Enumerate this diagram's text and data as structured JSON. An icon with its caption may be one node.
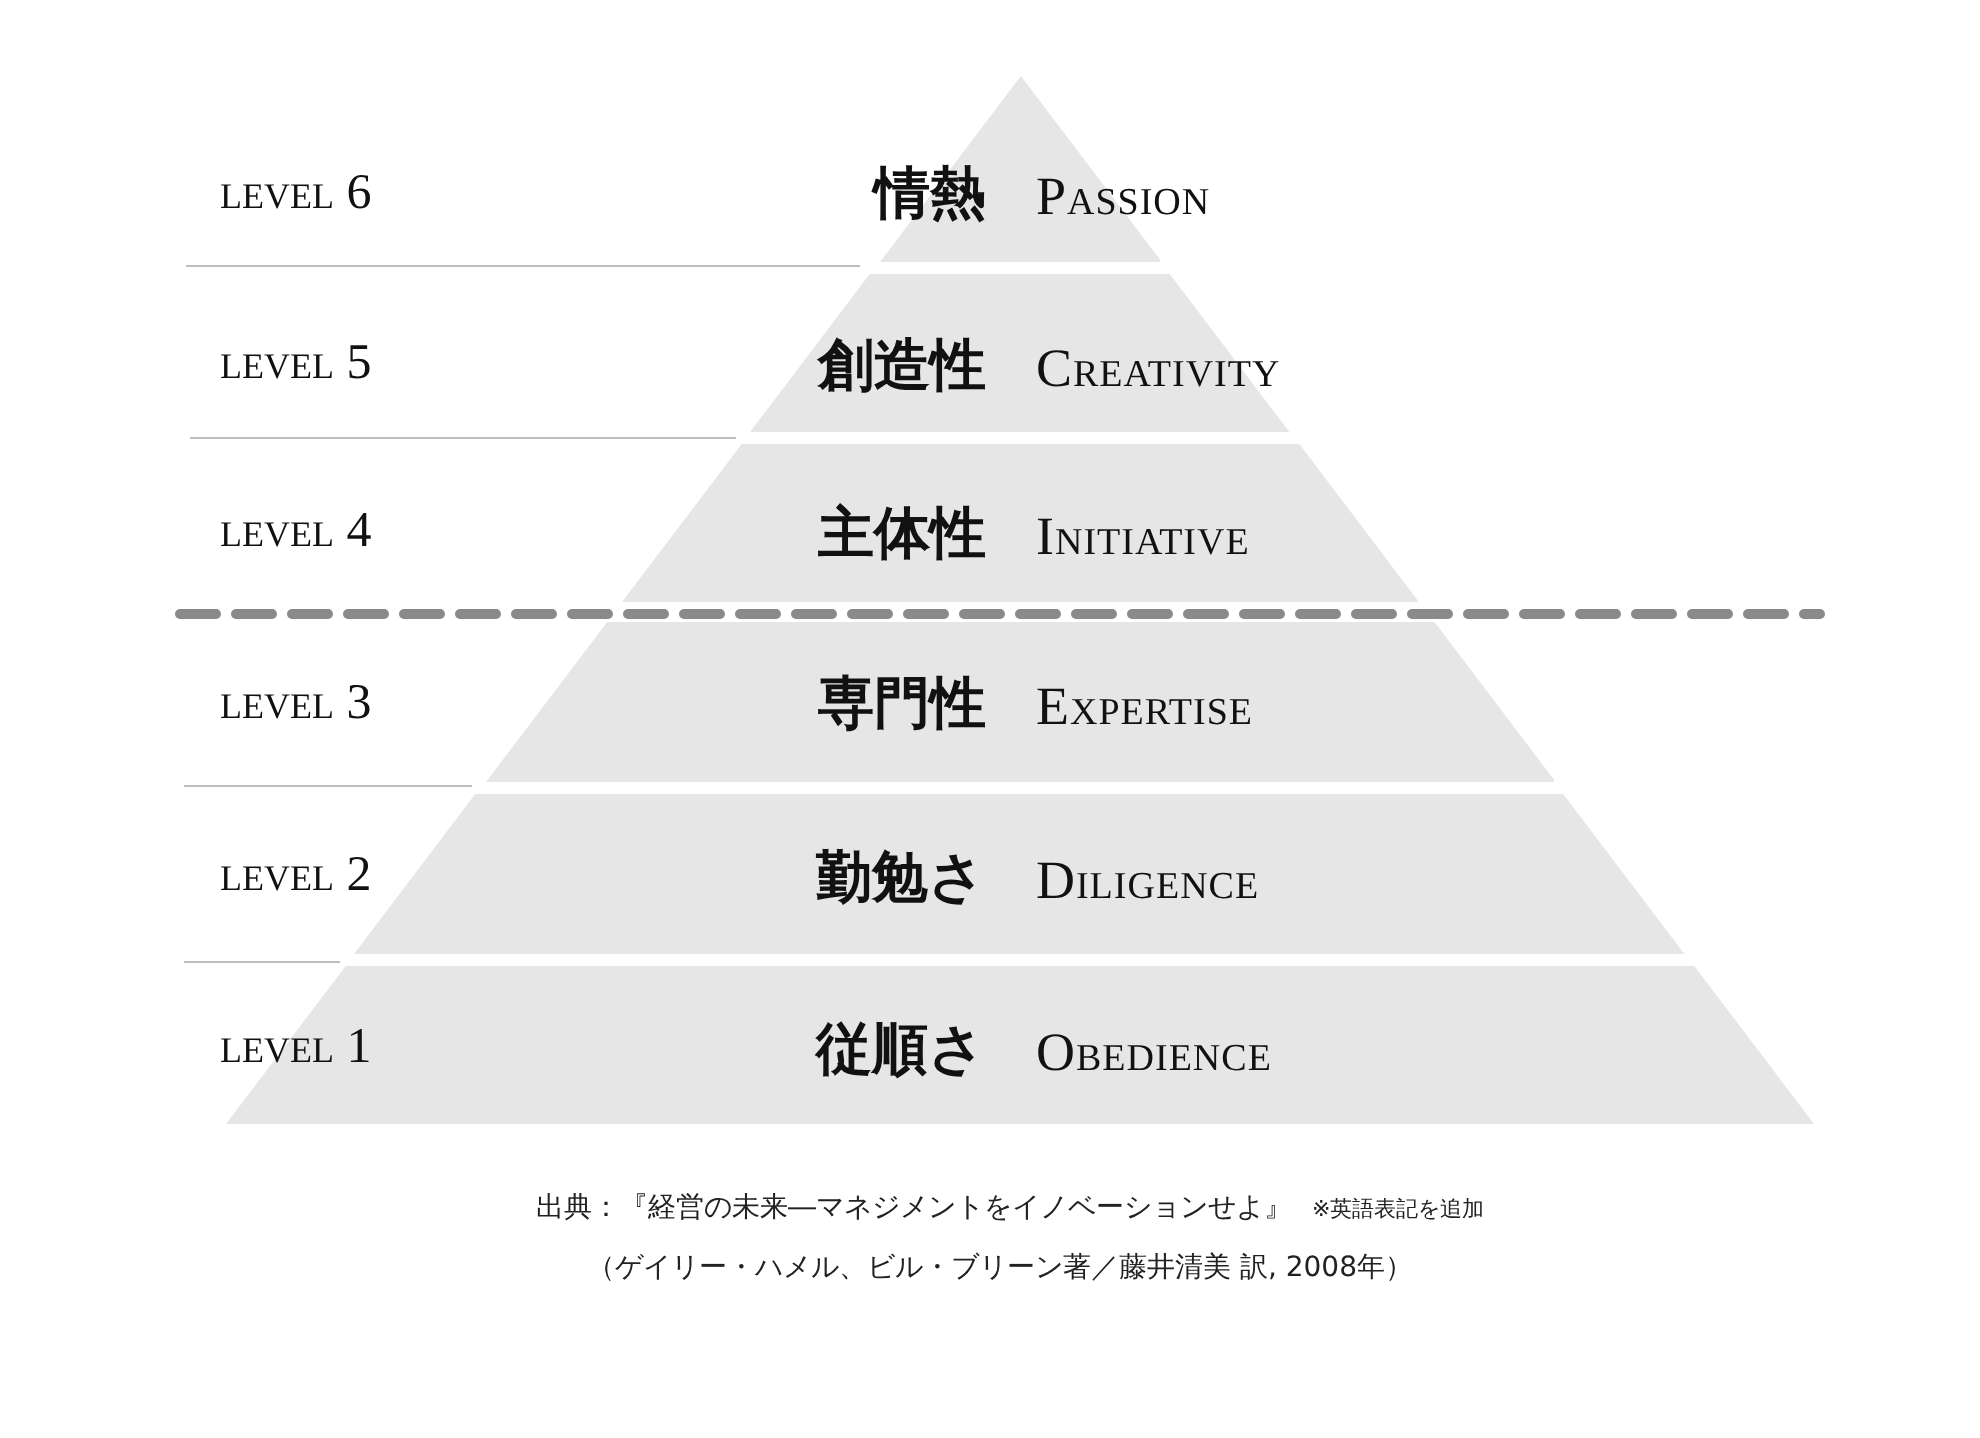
{
  "diagram": {
    "caption": "出典：『経営の未来―マネジメントをイノベーションせよ』",
    "nodes": [
      {
        "text": [
          "情熱",
          "Passion"
        ]
      },
      {
        "text": [
          "創造性",
          "Creativity"
        ]
      },
      {
        "text": [
          "主体性",
          "Initiative"
        ]
      },
      {
        "text": [
          "専門性",
          "Expertise"
        ]
      },
      {
        "text": [
          "勤勉さ",
          "Diligence"
        ]
      },
      {
        "text": [
          "従順さ",
          "Obedience"
        ]
      }
    ],
    "labels": [
      "level 6",
      "level 5",
      "level 4",
      "level 3",
      "level 2",
      "level 1",
      "※英語表記を追加",
      "（ゲイリー・ハメル、ビル・ブリーン著／藤井清美 訳, 2008年）"
    ]
  }
}
